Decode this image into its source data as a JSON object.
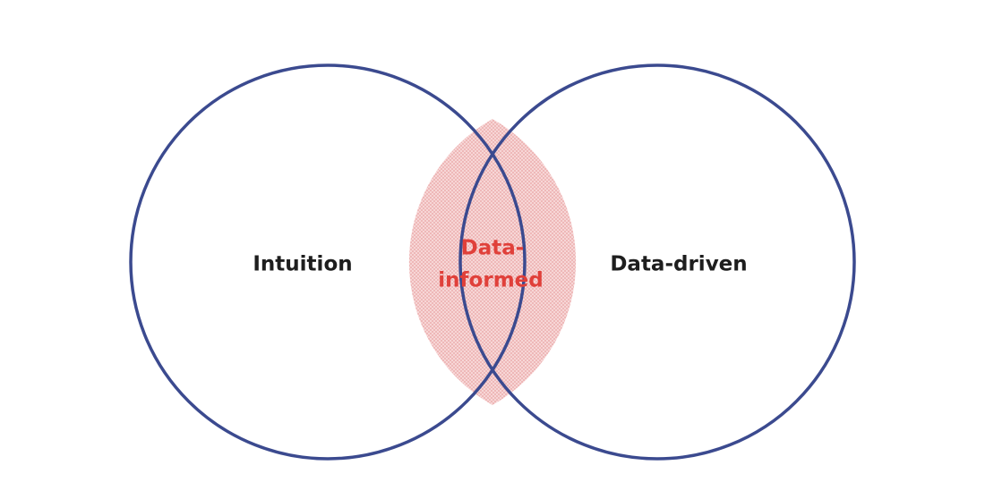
{
  "diagram": {
    "type": "venn",
    "sets": [
      {
        "label": "Intuition"
      },
      {
        "label": "Data-driven"
      }
    ],
    "intersection": {
      "label_line1": "Data-",
      "label_line2": "informed"
    }
  },
  "colors": {
    "outline": "#3b4a8f",
    "set_label": "#1e1e1e",
    "intersection_label": "#e0403a",
    "intersection_fill": "#f7d6d6",
    "intersection_dots": "#e9a3a3",
    "background": "#ffffff"
  }
}
